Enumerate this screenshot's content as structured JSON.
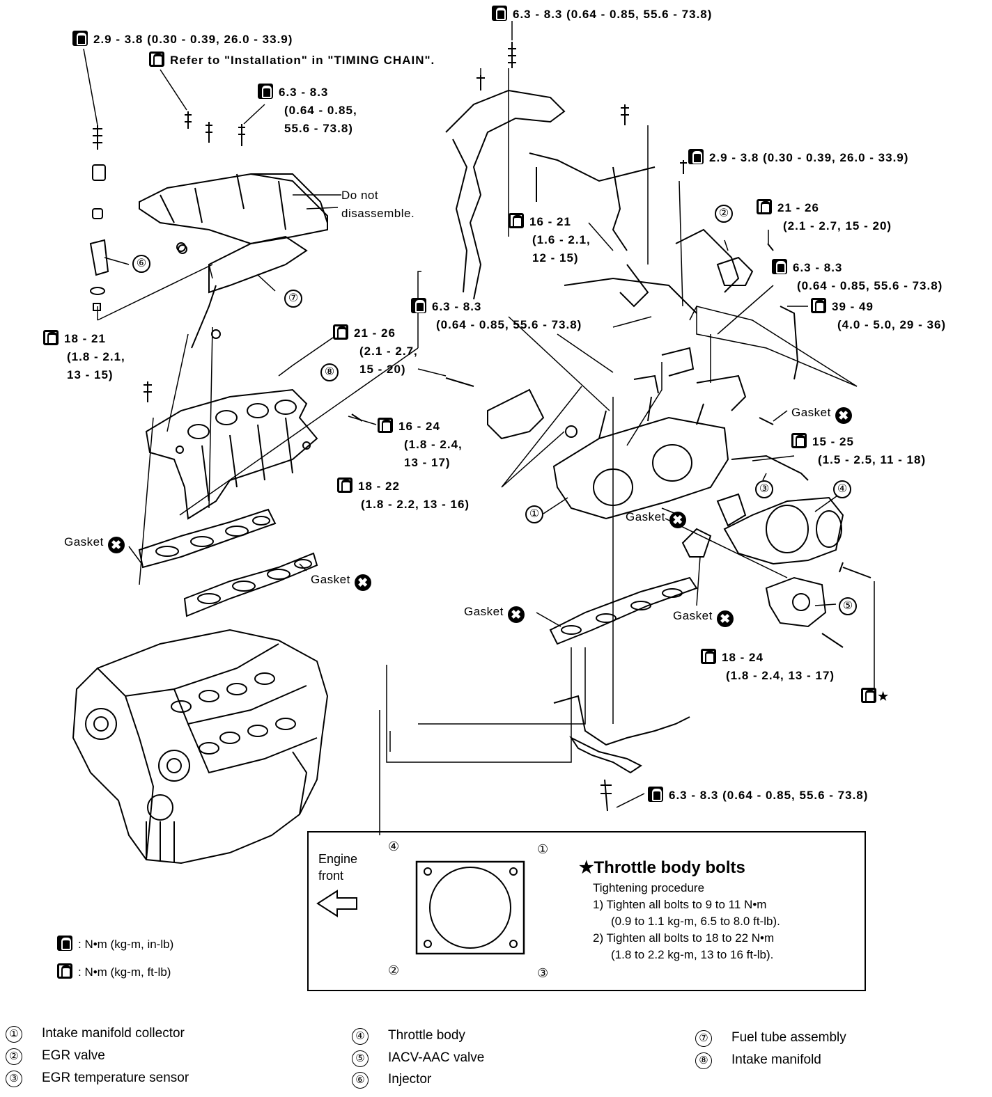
{
  "torque_labels": {
    "top_center": "6.3 - 8.3 (0.64 - 0.85, 55.6 - 73.8)",
    "top_left": "2.9 - 3.8 (0.30 - 0.39, 26.0 - 33.9)",
    "timing_chain": "Refer to \"Installation\" in \"TIMING CHAIN\".",
    "upper_left_bolts": [
      "6.3 - 8.3",
      "(0.64 - 0.85,",
      "55.6 - 73.8)"
    ],
    "do_not": [
      "Do not",
      "disassemble."
    ],
    "right_top": "2.9 - 3.8 (0.30 - 0.39, 26.0 - 33.9)",
    "egr_bolt": [
      "21 - 26",
      "(2.1 - 2.7, 15 - 20)"
    ],
    "mid_bolts": [
      "16 - 21",
      "(1.6 - 2.1,",
      "12 - 15)"
    ],
    "right_bolt": [
      "6.3 - 8.3",
      "(0.64 - 0.85, 55.6 - 73.8)"
    ],
    "egr_tube": [
      "39 - 49",
      "(4.0 - 5.0, 29 - 36)"
    ],
    "collector_bolts": [
      "6.3 - 8.3",
      "(0.64 - 0.85, 55.6 - 73.8)"
    ],
    "manifold_bolt_left": [
      "18 - 21",
      "(1.8 - 2.1,",
      "13 - 15)"
    ],
    "manifold_nut": [
      "21 - 26",
      "(2.1 - 2.7,",
      "15 - 20)"
    ],
    "bracket_bolt": [
      "16 - 24",
      "(1.8 - 2.4,",
      "13 - 17)"
    ],
    "collector_support": [
      "18 - 22",
      "(1.8 - 2.2, 13 - 16)"
    ],
    "sensor": [
      "15 - 25",
      "(1.5 - 2.5, 11 - 18)"
    ],
    "iacv_bolt": [
      "18 - 24",
      "(1.8 - 2.4, 13 - 17)"
    ],
    "bottom_bolt": "6.3 - 8.3 (0.64 - 0.85, 55.6 - 73.8)"
  },
  "gasket_label": "Gasket",
  "gasket_mark": "✖",
  "star": "★",
  "callouts": [
    "①",
    "②",
    "③",
    "④",
    "⑤",
    "⑥",
    "⑦",
    "⑧"
  ],
  "units_key": [
    ": N•m (kg-m, in-lb)",
    ": N•m (kg-m, ft-lb)"
  ],
  "throttle_box": {
    "engine_front": [
      "Engine",
      "front"
    ],
    "title": "★Throttle body bolts",
    "procedure": [
      "Tightening procedure",
      "1) Tighten all bolts to 9 to 11 N•m",
      "(0.9 to 1.1 kg-m, 6.5 to 8.0 ft-lb).",
      "2) Tighten all bolts to 18 to 22 N•m",
      "(1.8 to 2.2 kg-m, 13 to 16 ft-lb)."
    ],
    "corners": [
      "④",
      "①",
      "②",
      "③"
    ]
  },
  "legend": [
    {
      "num": "①",
      "label": "Intake manifold collector"
    },
    {
      "num": "②",
      "label": "EGR valve"
    },
    {
      "num": "③",
      "label": "EGR temperature sensor"
    },
    {
      "num": "④",
      "label": "Throttle body"
    },
    {
      "num": "⑤",
      "label": "IACV-AAC valve"
    },
    {
      "num": "⑥",
      "label": "Injector"
    },
    {
      "num": "⑦",
      "label": "Fuel tube assembly"
    },
    {
      "num": "⑧",
      "label": "Intake manifold"
    }
  ]
}
